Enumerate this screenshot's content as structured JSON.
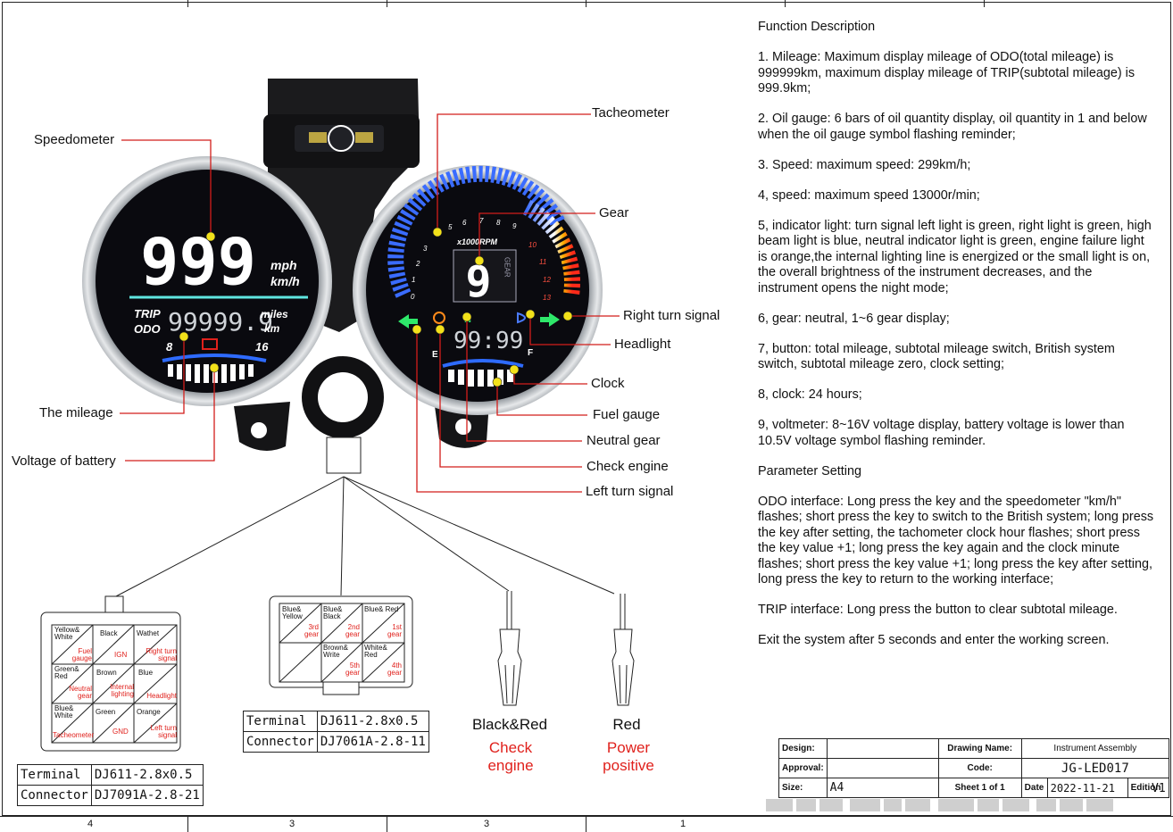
{
  "diagram_labels": {
    "speedometer": "Speedometer",
    "the_mileage": "The mileage",
    "voltage_of_battery": "Voltage of battery",
    "tacheometer": "Tacheometer",
    "gear": "Gear",
    "right_turn_signal": "Right turn signal",
    "headlight": "Headlight",
    "clock": "Clock",
    "fuel_gauge": "Fuel gauge",
    "neutral_gear": "Neutral gear",
    "check_engine": "Check engine",
    "left_turn_signal": "Left turn signal"
  },
  "speedo_display": {
    "speed": "999",
    "unit_mph": "mph",
    "unit_kmh": "km/h",
    "trip": "TRIP",
    "odo": "ODO",
    "mileage_value": "99999.9",
    "unit_miles": "miles",
    "unit_km": "km",
    "volt_min": "8",
    "volt_max": "16"
  },
  "tacho_display": {
    "rpm_label": "x1000RPM",
    "gear_value": "9",
    "gear_word": "GEAR",
    "clock_value": "99:99",
    "neutral": "N",
    "fuel_empty": "E",
    "fuel_full": "F",
    "scale": [
      "0",
      "1",
      "2",
      "3",
      "4",
      "5",
      "6",
      "7",
      "8",
      "9",
      "10",
      "11",
      "12",
      "13"
    ]
  },
  "connector_left": {
    "cells": [
      {
        "top": "Yellow& White",
        "bottom": "Fuel gauge"
      },
      {
        "top": "Black",
        "bottom": "IGN"
      },
      {
        "top": "Wathet",
        "bottom": "Right turn signal"
      },
      {
        "top": "Green& Red",
        "bottom": "Neutral gear"
      },
      {
        "top": "Brown",
        "bottom": "Internal lighting"
      },
      {
        "top": "Blue",
        "bottom": "Headlight"
      },
      {
        "top": "Blue& White",
        "bottom": "Tacheometer"
      },
      {
        "top": "Green",
        "bottom": "GND"
      },
      {
        "top": "Orange",
        "bottom": "Left turn signal"
      }
    ],
    "terminal_label": "Terminal",
    "terminal_value": "DJ611-2.8x0.5",
    "connector_label": "Connector",
    "connector_value": "DJ7091A-2.8-21"
  },
  "connector_mid": {
    "cells": [
      {
        "top": "Blue& Yellow",
        "bottom": "3rd gear"
      },
      {
        "top": "Blue& Black",
        "bottom": "2nd gear"
      },
      {
        "top": "Blue& Red",
        "bottom": "1st gear"
      },
      {
        "top": "",
        "bottom": ""
      },
      {
        "top": "Brown& Write",
        "bottom": "5th gear"
      },
      {
        "top": "White& Red",
        "bottom": "4th gear"
      }
    ],
    "terminal_label": "Terminal",
    "terminal_value": "DJ611-2.8x0.5",
    "connector_label": "Connector",
    "connector_value": "DJ7061A-2.8-11"
  },
  "plug_black_red": {
    "wire": "Black&Red",
    "function": "Check engine"
  },
  "plug_red": {
    "wire": "Red",
    "function": "Power positive"
  },
  "description": {
    "heading": "Function Description",
    "items": [
      "1. Mileage: Maximum display mileage of ODO(total mileage) is 999999km, maximum display mileage of TRIP(subtotal mileage) is 999.9km;",
      "2. Oil gauge: 6 bars of oil quantity display, oil quantity in 1 and below when the oil gauge symbol flashing reminder;",
      "3. Speed: maximum speed: 299km/h;",
      "4, speed: maximum speed 13000r/min;",
      "5, indicator light: turn signal left light is green, right light is green, high beam light is blue, neutral indicator light is green, engine failure light is orange,the internal lighting line is energized or the small light is on, the overall brightness of the instrument decreases, and the instrument opens the night mode;",
      "6, gear: neutral, 1~6 gear display;",
      "7, button: total mileage, subtotal mileage switch, British system switch, subtotal mileage zero, clock setting;",
      "8, clock: 24 hours;",
      "9, voltmeter: 8~16V voltage display, battery voltage is lower than 10.5V voltage symbol flashing reminder."
    ],
    "param_heading": "Parameter Setting",
    "param_items": [
      "ODO interface: Long press the key and the speedometer \"km/h\" flashes; short press the key to switch to the British system; long press the key after setting, the tachometer clock hour flashes; short press the key value +1; long press the key again and the clock minute flashes; short press the key value +1; long press the key after setting, long press the key to return to the working interface;",
      "TRIP interface: Long press the button to clear subtotal mileage.",
      "Exit the system after 5 seconds and enter the working screen."
    ]
  },
  "title_block": {
    "design_label": "Design:",
    "drawing_name_label": "Drawing Name:",
    "drawing_name": "Instrument Assembly",
    "approval_label": "Approval:",
    "code_label": "Code:",
    "code": "JG-LED017",
    "size_label": "Size:",
    "size": "A4",
    "sheet": "Sheet 1 of 1",
    "date_label": "Date",
    "date": "2022-11-21",
    "edition_label": "Edition",
    "edition": "V1"
  },
  "ruler_numbers": [
    "4",
    "3",
    "3",
    "1"
  ]
}
